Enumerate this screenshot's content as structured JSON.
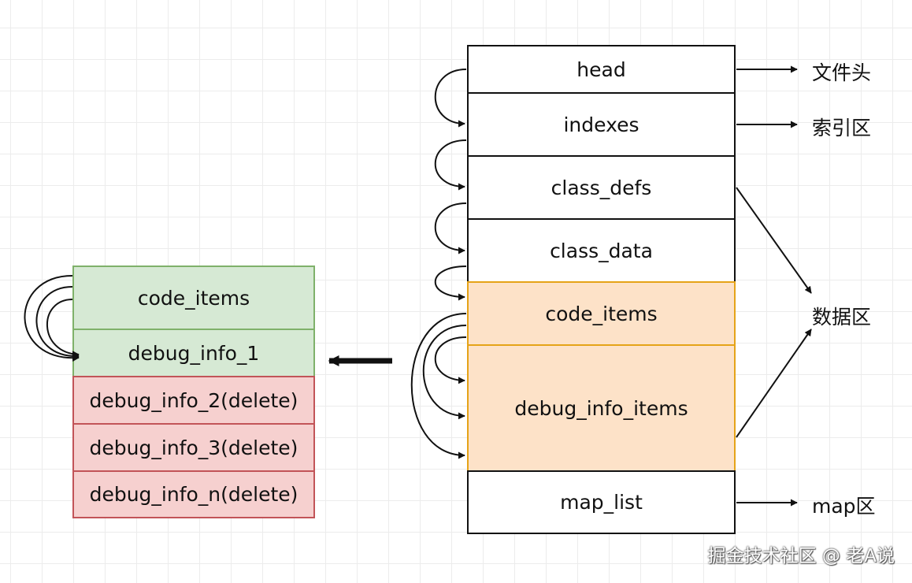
{
  "stack": {
    "head": "head",
    "indexes": "indexes",
    "class_defs": "class_defs",
    "class_data": "class_data",
    "code_items": "code_items",
    "debug_info_items": "debug_info_items",
    "map_list": "map_list"
  },
  "sections": {
    "file_header": "文件头",
    "index_area": "索引区",
    "data_area": "数据区",
    "map_area": "map区"
  },
  "result": {
    "code_items": "code_items",
    "debug_info_1": "debug_info_1",
    "debug_info_2": "debug_info_2(delete)",
    "debug_info_3": "debug_info_3(delete)",
    "debug_info_n": "debug_info_n(delete)"
  },
  "watermark": "掘金技术社区 @ 老A说",
  "colors": {
    "highlight_fill": "#fde2c8",
    "highlight_border": "#e5a318",
    "kept_fill": "#d6e9d4",
    "kept_border": "#7fb16a",
    "deleted_fill": "#f6d0cf",
    "deleted_border": "#c25458"
  }
}
